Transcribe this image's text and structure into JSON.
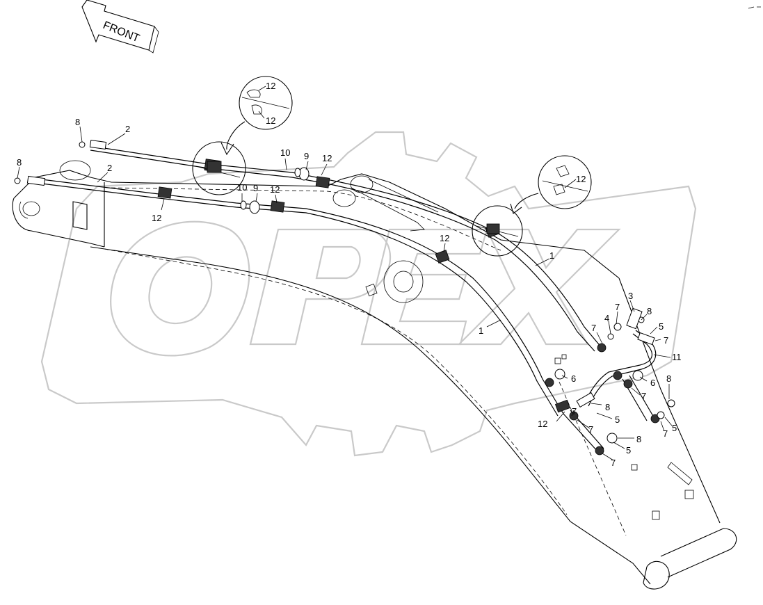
{
  "orientation_label": "FRONT",
  "watermark": "OPEX",
  "callouts": {
    "c01": "8",
    "c02": "2",
    "c03": "8",
    "c04": "2",
    "c05": "10",
    "c06": "9",
    "c07": "12",
    "c08": "12",
    "c09": "12",
    "c10": "10",
    "c11": "9",
    "c12": "12",
    "c13": "12",
    "c14": "12",
    "c15": "12",
    "c16": "1",
    "c17": "1",
    "c18": "3",
    "c19": "7",
    "c20": "4",
    "c21": "8",
    "c22": "7",
    "c23": "5",
    "c24": "7",
    "c25": "11",
    "c26": "6",
    "c27": "6",
    "c28": "7",
    "c29": "8",
    "c30": "8",
    "c31": "5",
    "c32": "12",
    "c33": "7",
    "c34": "7",
    "c35": "5",
    "c36": "8",
    "c37": "5",
    "c38": "7",
    "c39": "7"
  }
}
